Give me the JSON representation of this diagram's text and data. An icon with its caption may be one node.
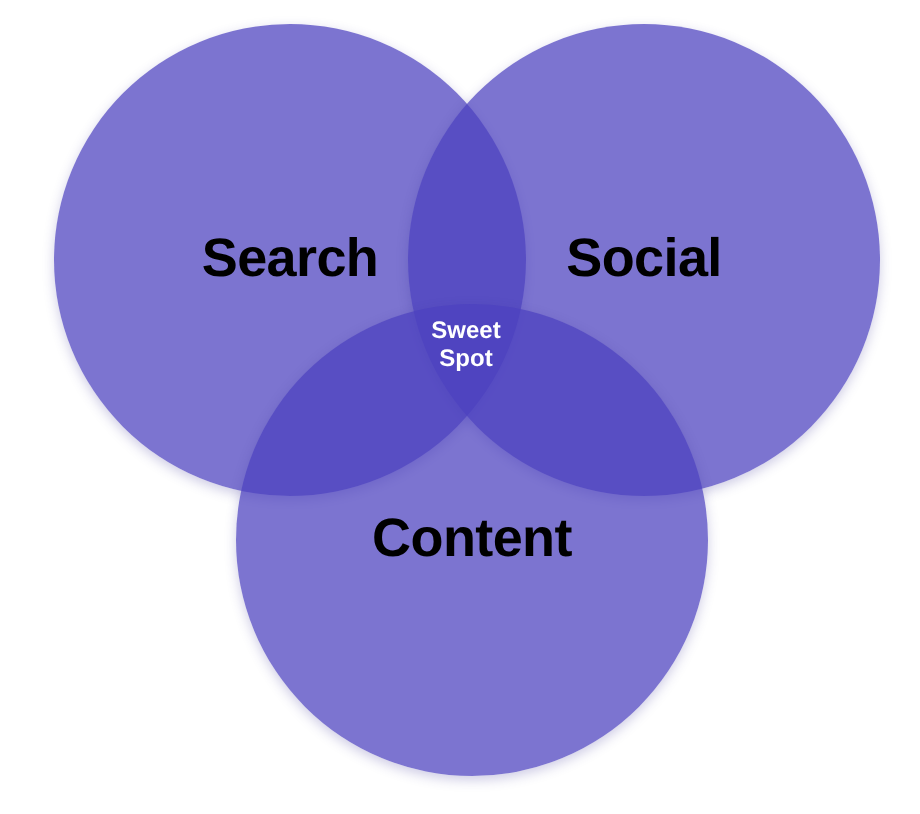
{
  "diagram": {
    "nodes": [
      {
        "text": [
          "Search"
        ]
      },
      {
        "text": [
          "Social"
        ]
      },
      {
        "text": [
          "Content"
        ]
      }
    ],
    "edges": [],
    "labels": [
      "Sweet Spot"
    ]
  }
}
